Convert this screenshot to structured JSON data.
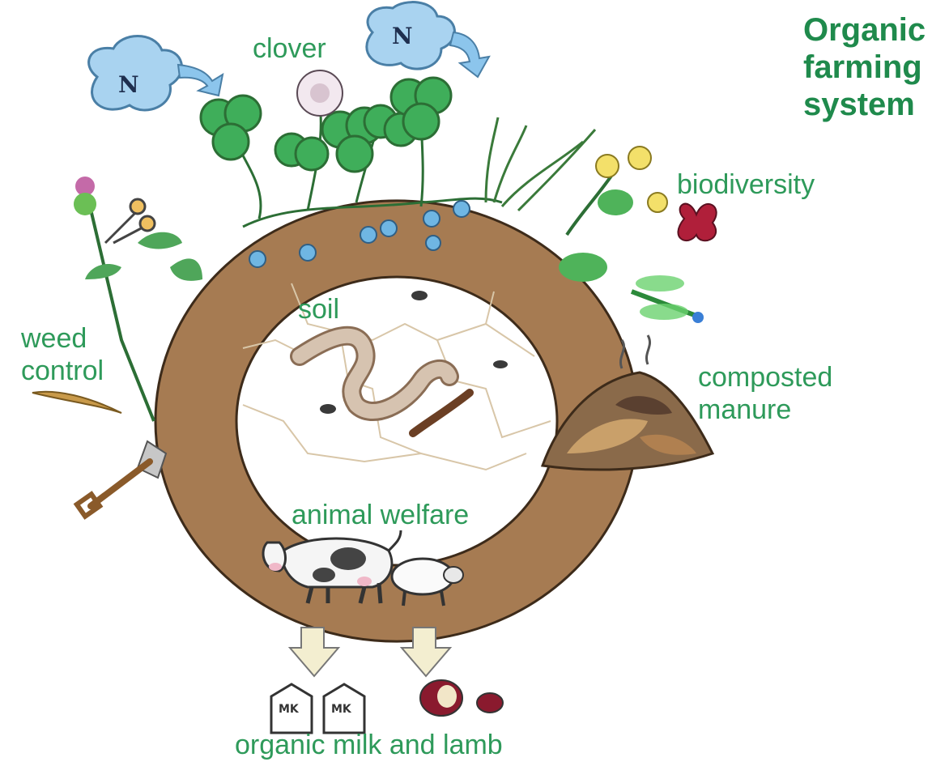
{
  "title": {
    "line1": "Organic",
    "line2": "farming",
    "line3": "system"
  },
  "labels": {
    "clover": "clover",
    "biodiversity": "biodiversity",
    "weed_line1": "weed",
    "weed_line2": "control",
    "composted_line1": "composted",
    "composted_line2": "manure",
    "soil": "soil",
    "animal_welfare": "animal welfare",
    "products": "organic milk and lamb"
  },
  "symbols": {
    "nitrogen": "N",
    "milk_carton": "MK"
  },
  "colors": {
    "ring": "#a67b52",
    "ring_outline": "#3d2b1a",
    "label_green": "#2e9a5a",
    "cloud": "#a9d3f0",
    "leaf": "#3fae5a"
  }
}
